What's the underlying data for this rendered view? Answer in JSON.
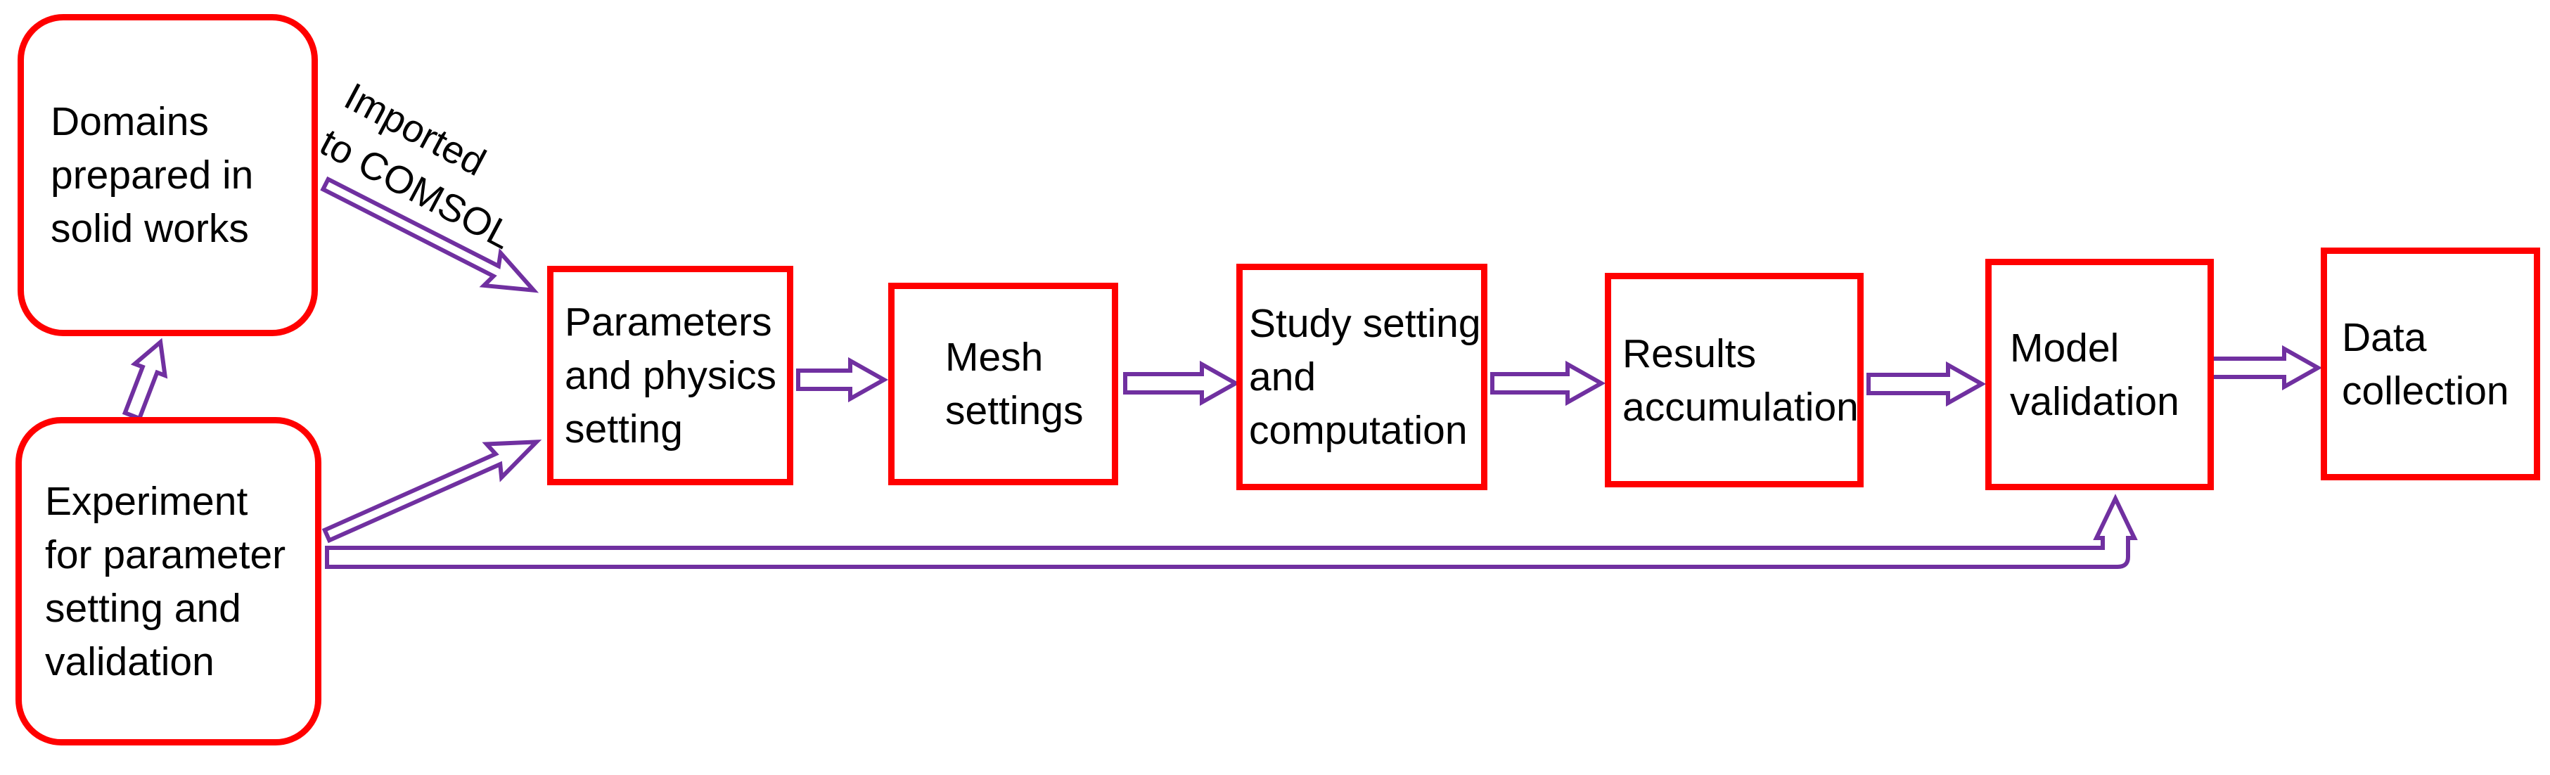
{
  "diagram": {
    "type": "flowchart",
    "boxes": [
      {
        "id": "domains",
        "label": "Domains\nprepared in\nsolid works",
        "shape": "rounded"
      },
      {
        "id": "experiment",
        "label": "Experiment\nfor parameter\nsetting and\nvalidation",
        "shape": "rounded"
      },
      {
        "id": "parameters",
        "label": "Parameters\nand physics\nsetting",
        "shape": "rect"
      },
      {
        "id": "mesh",
        "label": "Mesh\nsettings",
        "shape": "rect"
      },
      {
        "id": "study",
        "label": "Study setting\nand\ncomputation",
        "shape": "rect"
      },
      {
        "id": "results",
        "label": "Results\naccumulation",
        "shape": "rect"
      },
      {
        "id": "model",
        "label": "Model\nvalidation",
        "shape": "rect"
      },
      {
        "id": "data",
        "label": "Data\ncollection",
        "shape": "rect"
      }
    ],
    "arrow_label": "Imported\nto COMSOL",
    "arrows": [
      {
        "from": "domains",
        "to": "parameters",
        "style": "hollow-diagonal",
        "label": "Imported to COMSOL"
      },
      {
        "from": "experiment",
        "to": "domains",
        "style": "hollow-tilted-up"
      },
      {
        "from": "experiment",
        "to": "parameters",
        "style": "hollow-diagonal"
      },
      {
        "from": "parameters",
        "to": "mesh",
        "style": "hollow-right"
      },
      {
        "from": "mesh",
        "to": "study",
        "style": "hollow-right"
      },
      {
        "from": "study",
        "to": "results",
        "style": "hollow-right"
      },
      {
        "from": "results",
        "to": "model",
        "style": "hollow-right"
      },
      {
        "from": "model",
        "to": "data",
        "style": "hollow-right"
      },
      {
        "from": "experiment",
        "to": "model",
        "style": "hollow-elbow-feedback"
      }
    ],
    "colors": {
      "box_border": "#ff0000",
      "arrow": "#7030a0",
      "text": "#000000",
      "background": "#ffffff"
    }
  }
}
